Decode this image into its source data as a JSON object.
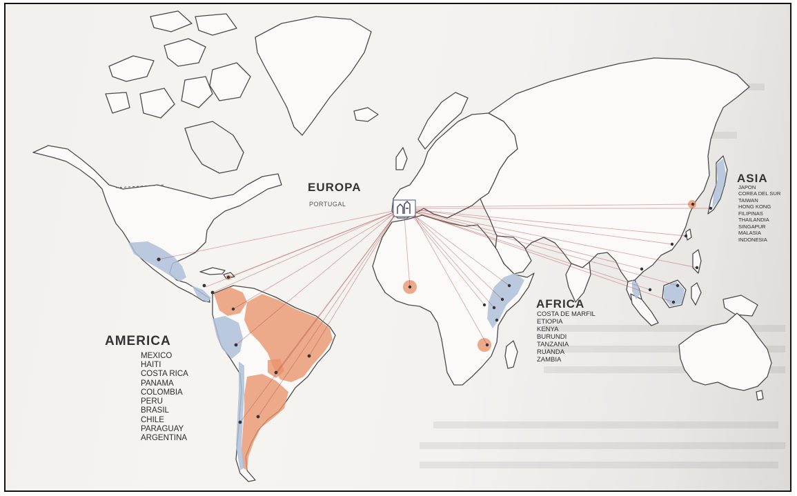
{
  "regions": {
    "america": {
      "title": "AMERICA",
      "countries": [
        "MEXICO",
        "HAITI",
        "COSTA RICA",
        "PANAMA",
        "COLOMBIA",
        "PERU",
        "BRASIL",
        "CHILE",
        "PARAGUAY",
        "ARGENTINA"
      ]
    },
    "europa": {
      "title": "EUROPA",
      "countries": [
        "PORTUGAL"
      ]
    },
    "africa": {
      "title": "AFRICA",
      "countries": [
        "COSTA DE MARFIL",
        "ETIOPIA",
        "KENYA",
        "BURUNDI",
        "TANZANIA",
        "RUANDA",
        "ZAMBIA"
      ]
    },
    "asia": {
      "title": "ASIA",
      "countries": [
        "JAPON",
        "COREA DEL SUR",
        "TAIWAN",
        "HONG KONG",
        "FILIPINAS",
        "THAILANDIA",
        "SINGAPUR",
        "MALASIA",
        "INDONESIA"
      ]
    }
  },
  "colors": {
    "land_outline": "#4a4a4a",
    "orange_highlight": "#e8946c",
    "blue_highlight": "#aec0d8",
    "connector_line": "#b04a4a",
    "marker": "#333333"
  }
}
